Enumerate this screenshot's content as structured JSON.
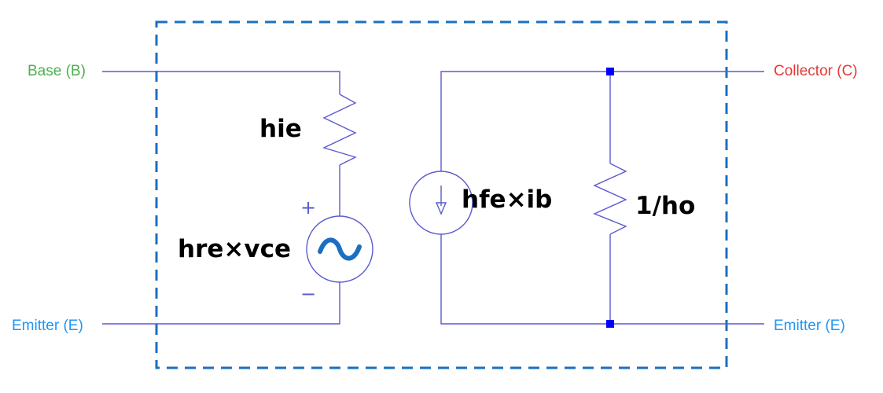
{
  "terminals": {
    "base": "Base (B)",
    "emitter_left": "Emitter (E)",
    "collector": "Collector (C)",
    "emitter_right": "Emitter (E)"
  },
  "components": {
    "input_resistance": "hie",
    "voltage_source": "hre×vce",
    "current_source": "hfe×ib",
    "output_conductance": "1/ho",
    "plus_sign": "+",
    "minus_sign": "−"
  },
  "colors": {
    "base": "#4caf50",
    "collector": "#e53935",
    "emitter": "#2196f3",
    "wire": "#5a5ad0",
    "box": "#1a6fc0",
    "ac_symbol": "#1a6fc0",
    "node": "#0000ff"
  }
}
